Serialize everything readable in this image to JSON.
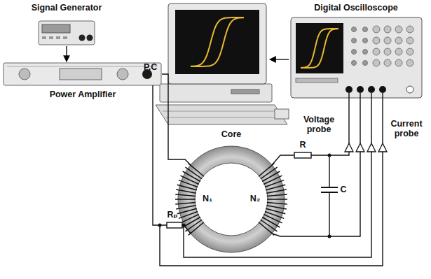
{
  "diagram": {
    "nodes": [
      {
        "text": [
          "P.C"
        ]
      },
      {
        "text": [
          "Digital Oscilloscope"
        ]
      },
      {
        "text": [
          "Signal Generator"
        ]
      },
      {
        "text": [
          "Power Amplifier"
        ]
      },
      {
        "text": [
          "Core"
        ]
      }
    ],
    "edges": [
      {
        "from": 2,
        "to": 3,
        "arrow": "to"
      },
      {
        "from": 1,
        "to": 0,
        "arrow": "to"
      },
      {
        "from": 3,
        "to": 4,
        "arrow": "none"
      }
    ],
    "labels": [
      "Voltage probe",
      "Current probe",
      "R",
      "C",
      "N₁",
      "N₂",
      "Rₚ"
    ]
  }
}
